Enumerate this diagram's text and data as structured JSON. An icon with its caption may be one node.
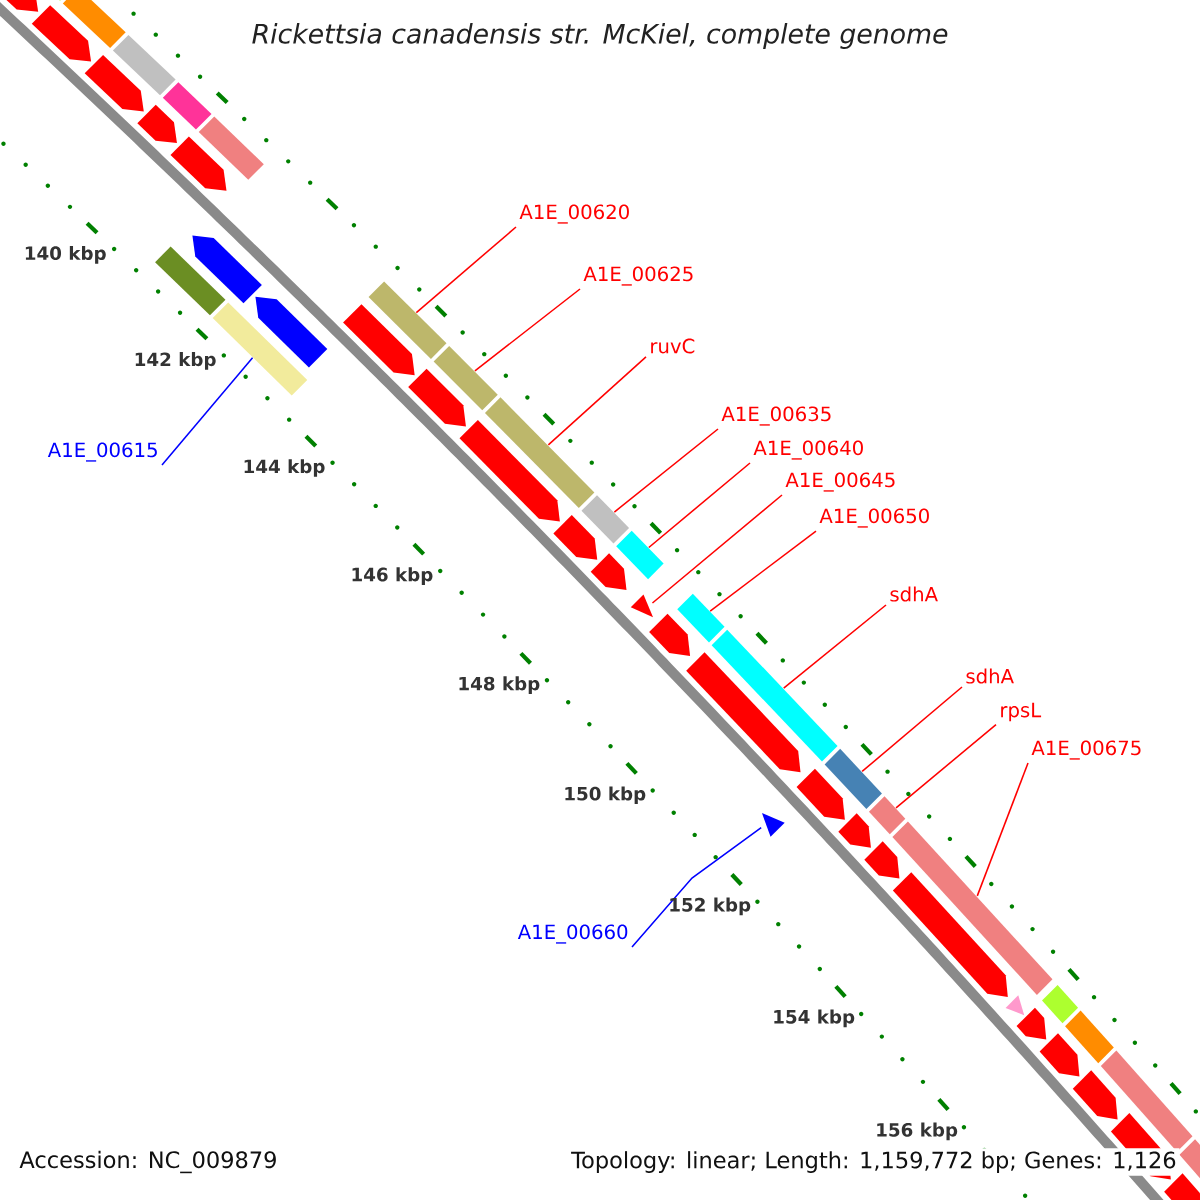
{
  "diagram": {
    "title": "Rickettsia canadensis str. McKiel, complete genome",
    "nodes": [
      {
        "text": [
          "A1E_00620"
        ]
      },
      {
        "text": [
          "A1E_00625"
        ]
      },
      {
        "text": [
          "ruvC"
        ]
      },
      {
        "text": [
          "A1E_00635"
        ]
      },
      {
        "text": [
          "A1E_00615"
        ]
      },
      {
        "text": [
          "A1E_00640"
        ]
      },
      {
        "text": [
          "A1E_00645"
        ]
      },
      {
        "text": [
          "A1E_00650"
        ]
      },
      {
        "text": [
          "sdhA"
        ]
      },
      {
        "text": [
          "sdhA"
        ]
      },
      {
        "text": [
          "rpsL"
        ]
      },
      {
        "text": [
          "A1E_00675"
        ]
      },
      {
        "text": [
          "A1E_00660"
        ]
      },
      {
        "text": [],
        "shape": "bar"
      },
      {
        "text": [],
        "shape": "bar"
      },
      {
        "text": [],
        "shape": "bar"
      },
      {
        "text": [],
        "shape": "bar"
      },
      {
        "text": [],
        "shape": "bar"
      },
      {
        "text": [],
        "shape": "bar"
      },
      {
        "text": [],
        "shape": "triangle"
      },
      {
        "text": [],
        "shape": "bar"
      },
      {
        "text": [],
        "shape": "bar"
      },
      {
        "text": [],
        "shape": "triangle"
      },
      {
        "text": [],
        "shape": "bar"
      },
      {
        "text": [],
        "shape": "bar"
      },
      {
        "text": [],
        "shape": "bar"
      }
    ],
    "edges": [
      {
        "from": 0,
        "to": 14,
        "arrow": "none"
      },
      {
        "from": 1,
        "to": 15,
        "arrow": "none"
      },
      {
        "from": 2,
        "to": 16,
        "arrow": "none"
      },
      {
        "from": 3,
        "to": 17,
        "arrow": "none"
      },
      {
        "from": 4,
        "to": 13,
        "arrow": "none",
        "color": "#0000ff"
      },
      {
        "from": 5,
        "to": 18,
        "arrow": "none"
      },
      {
        "from": 6,
        "to": 19,
        "arrow": "none"
      },
      {
        "from": 7,
        "to": 20,
        "arrow": "none"
      },
      {
        "from": 8,
        "to": 21,
        "arrow": "none"
      },
      {
        "from": 9,
        "to": 23,
        "arrow": "none"
      },
      {
        "from": 10,
        "to": 24,
        "arrow": "none"
      },
      {
        "from": 11,
        "to": 25,
        "arrow": "none"
      },
      {
        "from": 12,
        "to": 22,
        "arrow": "none",
        "color": "#0000ff"
      }
    ],
    "labels": [
      "140 kbp",
      "142 kbp",
      "144 kbp",
      "146 kbp",
      "148 kbp",
      "150 kbp",
      "152 kbp",
      "154 kbp",
      "156 kbp",
      "Accession: NC_009879",
      "Topology: linear; Length: 1,159,772 bp; Genes: 1,126"
    ]
  }
}
